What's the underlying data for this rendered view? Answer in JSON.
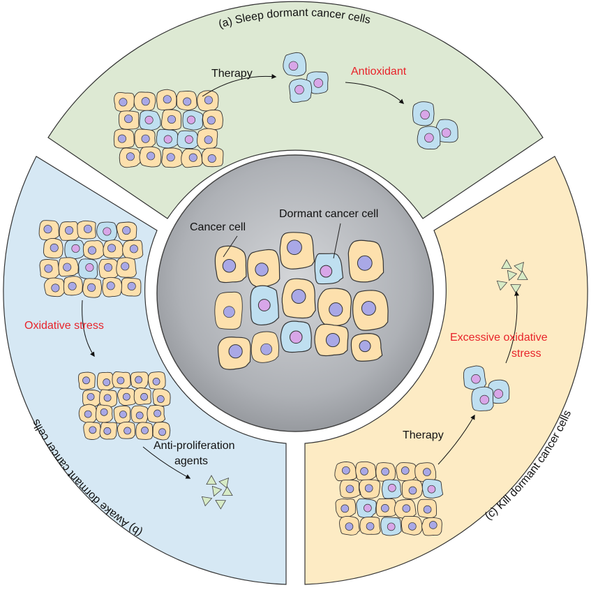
{
  "sections": {
    "sleep": {
      "title": "(a) Sleep dormant cancer cells",
      "step1": "Therapy",
      "step2": "Antioxidant"
    },
    "awake": {
      "title": "(b) Awake dormant cancer cells",
      "step1": "Oxidative stress",
      "step2_line1": "Anti-proliferation",
      "step2_line2": "agents"
    },
    "kill": {
      "title": "(c) Kill dormant cancer cells",
      "step1": "Therapy",
      "step2_line1": "Excessive oxidative",
      "step2_line2": "stress"
    }
  },
  "center": {
    "label_cancer": "Cancer cell",
    "label_dormant": "Dormant cancer cell"
  },
  "colors": {
    "sleep_bg": "#dde9d3",
    "awake_bg": "#d6e8f4",
    "kill_bg": "#fdebc4",
    "center_bg": "#a9acb1",
    "cancer_cell": "#fde0ad",
    "dormant_cell": "#bfdff0",
    "nucleus_normal": "#a9a8e6",
    "nucleus_dormant": "#d8a6e8",
    "agent": "#d7ebc6",
    "highlight_text": "#e8232a"
  }
}
